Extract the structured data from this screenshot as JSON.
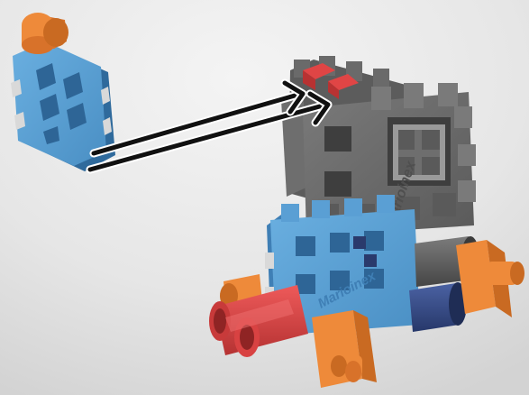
{
  "image": {
    "brand_text_top": "Marioinex",
    "brand_text_front": "Marioinex",
    "colors": {
      "background_light": "#f1f1f1",
      "background_dark": "#d6d6d6",
      "blue": "#5a9fd4",
      "blue_dark": "#3f7fb5",
      "blue_shadow": "#2e6596",
      "gray": "#6e6e6e",
      "gray_dark": "#4f4f4f",
      "gray_light": "#8a8a8a",
      "orange": "#ee8a3a",
      "orange_dark": "#c96a22",
      "red": "#e04545",
      "red_dark": "#b83232",
      "navy": "#3b4f8a",
      "navy_dark": "#2a3a6c",
      "arrow": "#111111"
    },
    "objects": [
      "blue-waffle-block",
      "orange-connector-peg",
      "gray-waffle-tower",
      "blue-waffle-base",
      "red-tube-pair",
      "orange-wheel-axles",
      "navy-tube",
      "placement-arrows"
    ]
  }
}
